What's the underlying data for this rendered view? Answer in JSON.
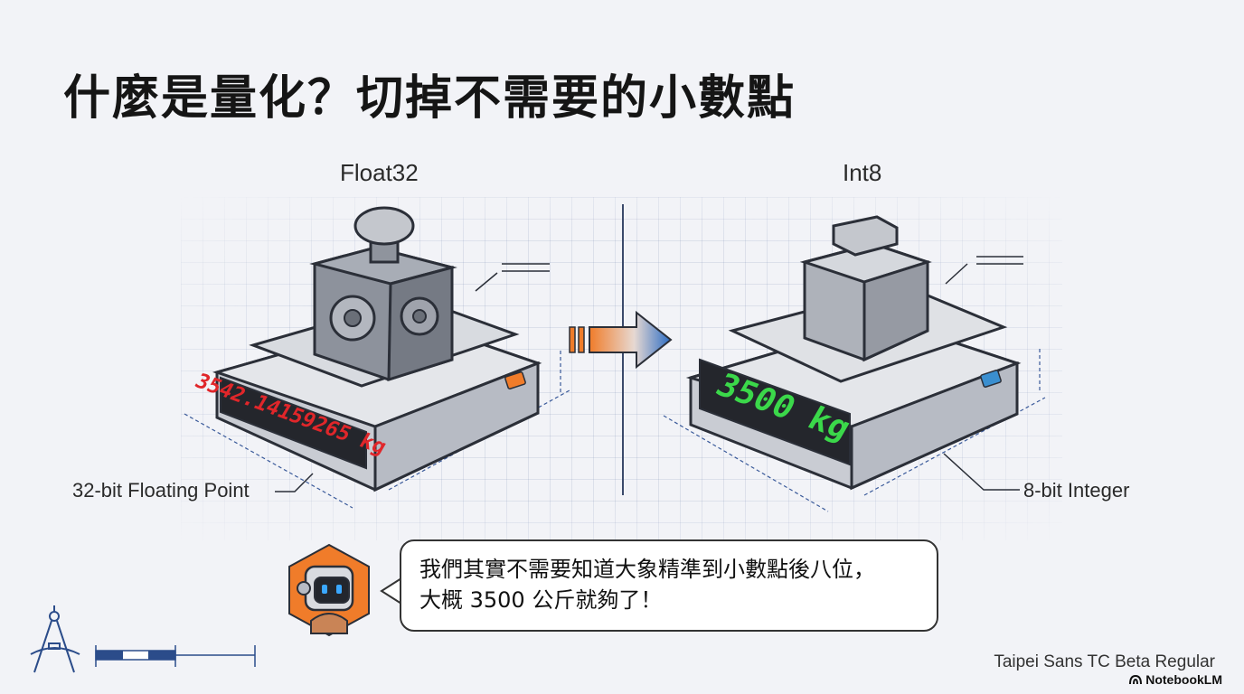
{
  "title": "什麼是量化？切掉不需要的小數點",
  "left": {
    "label": "Float32",
    "readout": "3542.14159265 kg",
    "caption": "32-bit Floating Point",
    "accent": "#f07c2a",
    "readout_color": "#e0262a"
  },
  "right": {
    "label": "Int8",
    "readout": "3500 kg",
    "caption": "8-bit Integer",
    "accent": "#3a8fd0",
    "readout_color": "#3bd84a"
  },
  "arrow": {
    "icon": "right-arrow-icon",
    "from_color": "#f07c2a",
    "to_color": "#2b6cc4"
  },
  "speech": {
    "line1": "我們其實不需要知道大象精準到小數點後八位，",
    "line2": "大概 3500 公斤就夠了！"
  },
  "footer": {
    "font_note": "Taipei Sans TC Beta Regular",
    "brand": "NotebookLM"
  }
}
